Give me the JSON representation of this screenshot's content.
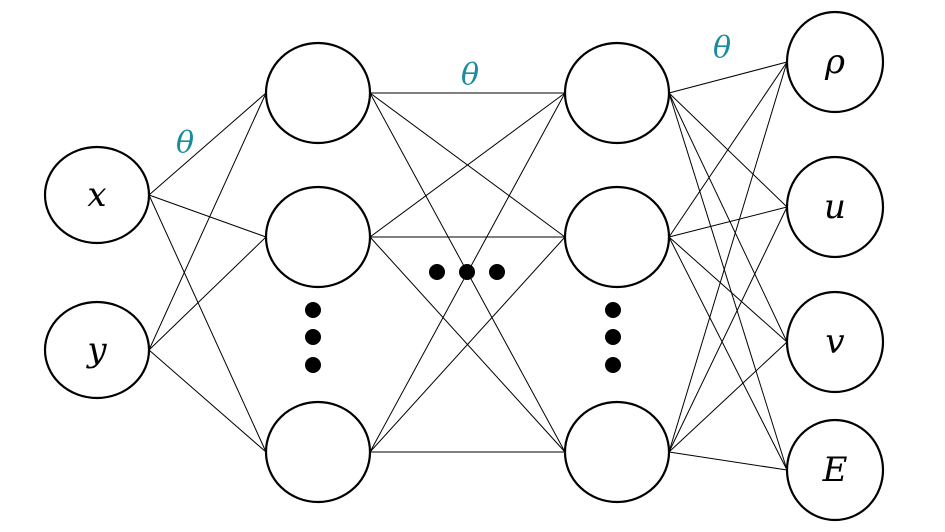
{
  "diagram": {
    "type": "neural-network",
    "inputs": [
      "x",
      "y"
    ],
    "hidden_layers": [
      {
        "visible_nodes": 3,
        "ellipsis": "vertical-dots"
      },
      {
        "visible_nodes": 3,
        "ellipsis": "vertical-dots"
      }
    ],
    "between_hidden": "horizontal-dots",
    "outputs": [
      "ρ",
      "u",
      "v",
      "E"
    ],
    "weight_label": "θ",
    "colors": {
      "weight_label": "#1a8c9c",
      "stroke": "#000000",
      "node_fill": "#ffffff"
    }
  }
}
